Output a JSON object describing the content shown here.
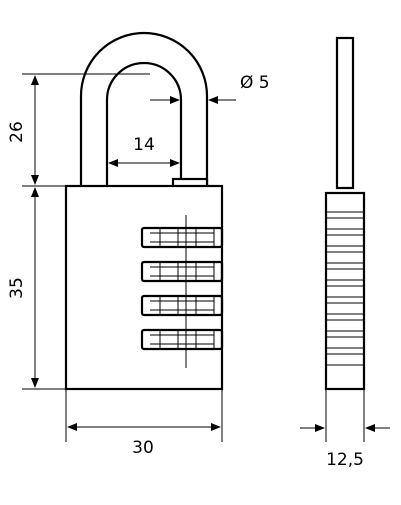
{
  "dimensions": {
    "shackle_height": "26",
    "shackle_inner_width": "14",
    "shackle_diameter": "Ø 5",
    "body_height": "35",
    "body_width": "30",
    "body_thickness": "12,5"
  },
  "colors": {
    "line": "#000000",
    "background": "#ffffff"
  }
}
